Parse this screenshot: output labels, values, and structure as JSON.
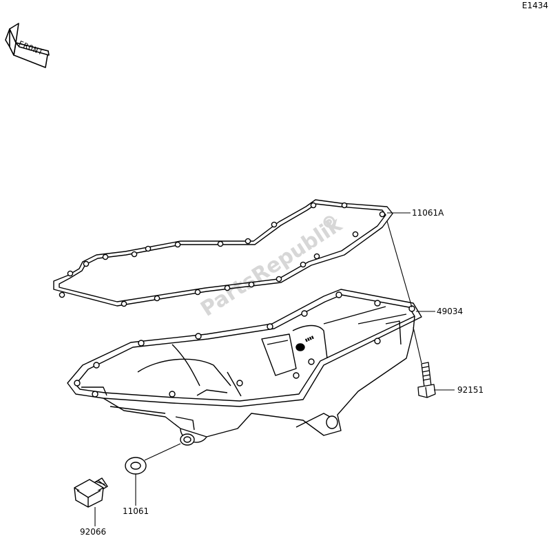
{
  "diagram_code": "E1434",
  "front_arrow": {
    "text": "FRONT",
    "icon": "front-direction-arrow-icon"
  },
  "watermark": "PartsRepublik",
  "parts": [
    {
      "id": "gasket",
      "number": "11061A"
    },
    {
      "id": "oil-pan",
      "number": "49034"
    },
    {
      "id": "bolt",
      "number": "92151"
    },
    {
      "id": "washer",
      "number": "11061"
    },
    {
      "id": "drain-plug",
      "number": "92066"
    }
  ]
}
